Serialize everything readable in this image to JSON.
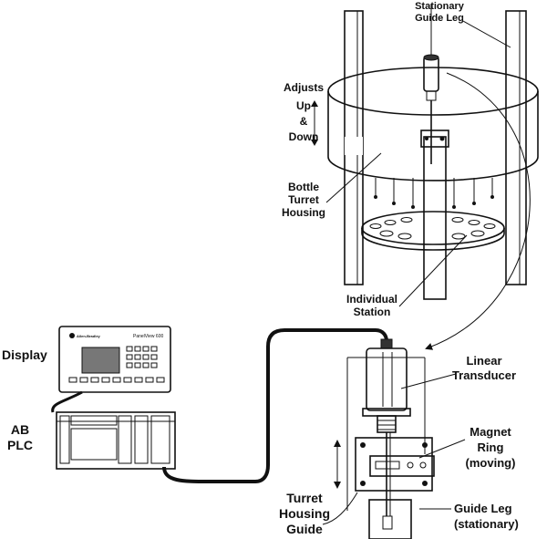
{
  "labels": {
    "stationary_guide_leg": [
      "Stationary",
      "Guide Leg"
    ],
    "adjusts": [
      "Adjusts",
      "Up",
      "&",
      "Down"
    ],
    "bottle_turret_housing": [
      "Bottle",
      "Turret",
      "Housing"
    ],
    "individual_station": [
      "Individual",
      "Station"
    ],
    "display": "Display",
    "ab_plc": [
      "AB",
      "PLC"
    ],
    "linear_transducer": [
      "Linear",
      "Transducer"
    ],
    "magnet_ring": [
      "Magnet",
      "Ring",
      "(moving)"
    ],
    "turret_housing_guide": [
      "Turret",
      "Housing",
      "Guide"
    ],
    "guide_leg": [
      "Guide Leg",
      "(stationary)"
    ],
    "panelview": "PanelView 600",
    "ab_logo_text": "Allen-Bradley"
  },
  "colors": {
    "line": "#111111",
    "panel": "#f2f2f2",
    "screen": "#777777",
    "housing_fill": "#fafafa"
  }
}
